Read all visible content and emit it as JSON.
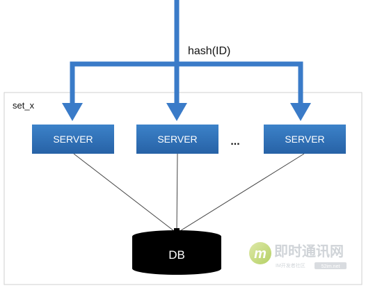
{
  "diagram": {
    "set_label": "set_x",
    "hash_label": "hash(ID)",
    "servers": [
      {
        "label": "SERVER"
      },
      {
        "label": "SERVER"
      },
      {
        "label": "SERVER"
      }
    ],
    "ellipsis": "...",
    "db_label": "DB"
  },
  "watermark": {
    "logo_letter": "m",
    "title": "即时通讯网",
    "subtitle": "IM开发者社区",
    "badge": "52im.net"
  },
  "colors": {
    "arrow": "#3a7bc8",
    "server_fill": "#2f6fb5",
    "db_fill": "#000000",
    "frame": "#cfcfcf"
  }
}
